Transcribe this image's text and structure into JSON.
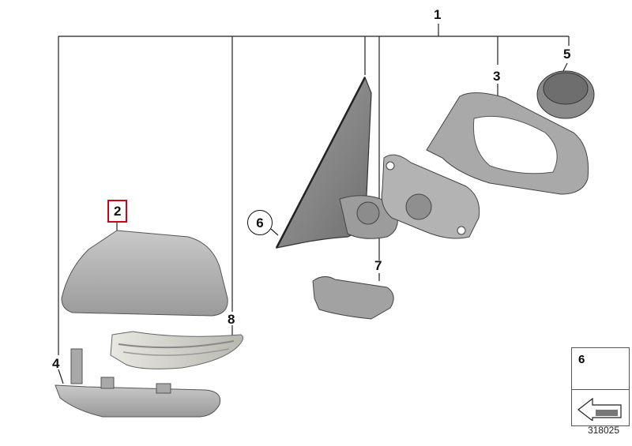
{
  "callouts": {
    "c1": "1",
    "c2": "2",
    "c3": "3",
    "c4": "4",
    "c5": "5",
    "c6": "6",
    "c7": "7",
    "c8": "8"
  },
  "hardware_box": {
    "label": "6"
  },
  "diagram_number": "318025",
  "colors": {
    "part_fill": "#b9b9b9",
    "part_dark": "#8a8a8a",
    "line": "#222222",
    "highlight": "#d0021b"
  }
}
